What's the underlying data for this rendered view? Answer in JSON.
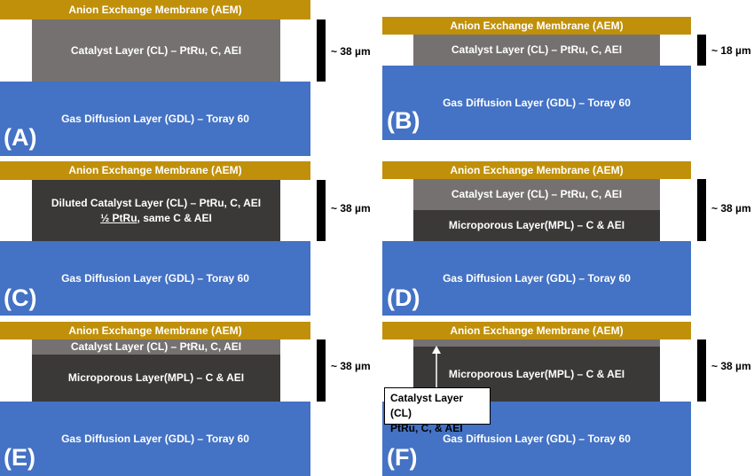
{
  "aem_label": "Anion Exchange Membrane (AEM)",
  "cl_label": "Catalyst Layer (CL) – PtRu, C, AEI",
  "gdl_label": "Gas Diffusion Layer (GDL) – Toray 60",
  "mpl_label": "Microporous Layer(MPL) – C & AEI",
  "colors": {
    "aem": "#c0900a",
    "cl": "#767171",
    "mpl": "#3b3838",
    "gdl": "#4472c4"
  },
  "panels": {
    "A": {
      "letter": "(A)",
      "thickness": "~ 38 µm"
    },
    "B": {
      "letter": "(B)",
      "thickness": "~ 18 µm"
    },
    "C": {
      "letter": "(C)",
      "thickness": "~ 38 µm",
      "dcl_line1": "Diluted Catalyst Layer (CL) –  PtRu, C, AEI",
      "dcl_line2_underlined": "½ PtRu",
      "dcl_line2_rest": ",  same C & AEI"
    },
    "D": {
      "letter": "(D)",
      "thickness": "~ 38 µm"
    },
    "E": {
      "letter": "(E)",
      "thickness": "~ 38 µm"
    },
    "F": {
      "letter": "(F)",
      "thickness": "~ 38 µm",
      "callout_line1": "Catalyst Layer (CL)",
      "callout_line2": "PtRu, C, & AEI"
    }
  }
}
